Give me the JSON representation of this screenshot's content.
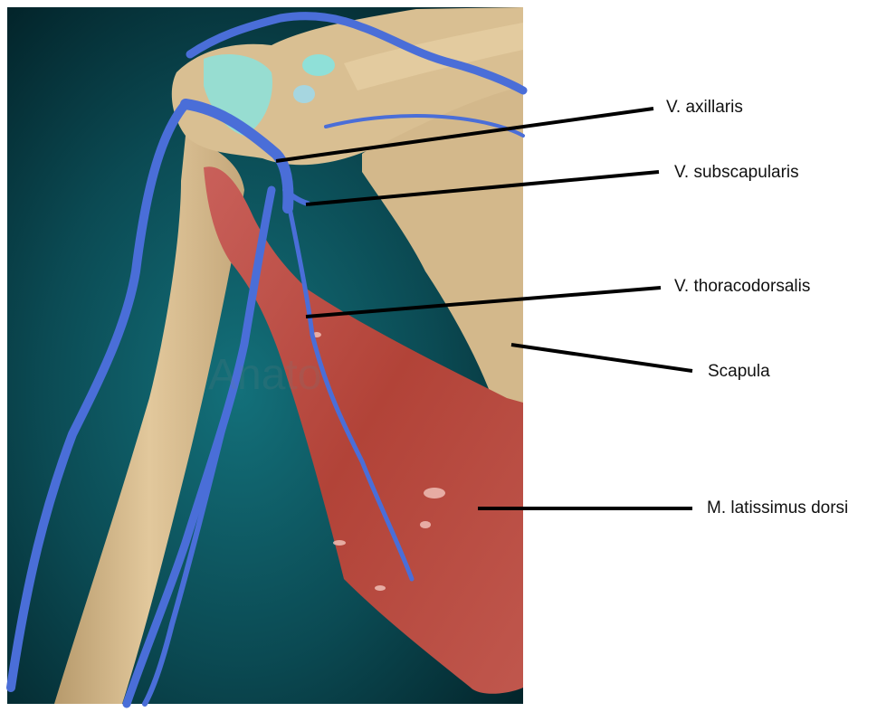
{
  "labels": [
    {
      "id": "v-axillaris",
      "text": "V. axillaris"
    },
    {
      "id": "v-subscapularis",
      "text": "V. subscapularis"
    },
    {
      "id": "v-thoracodorsalis",
      "text": "V. thoracodorsalis"
    },
    {
      "id": "scapula",
      "text": "Scapula"
    },
    {
      "id": "m-latissimus-dorsi",
      "text": "M. latissimus dorsi"
    }
  ],
  "watermark": "Anato",
  "colors": {
    "background_dark": "#062f36",
    "background_teal": "#0f5a64",
    "bone": "#d8bc8e",
    "vein": "#4a6ed8",
    "muscle": "#b5473e",
    "cartilage": "#8fe0d8",
    "leader_line": "#000000"
  }
}
